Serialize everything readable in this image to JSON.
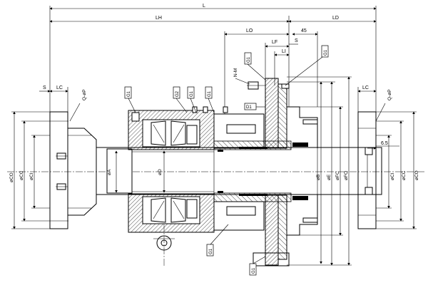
{
  "dimensions": {
    "L": "L",
    "LH": "LH",
    "LD": "LD",
    "LO": "LO",
    "n45": "45",
    "LF": "LF",
    "S_top": "S",
    "LI": "LI",
    "S_left": "S",
    "LC_left": "LC",
    "LC_right": "LC",
    "QP_left": "Q-øP",
    "QP_right": "Q-øP",
    "NM": "N-M",
    "D1": "D1",
    "n6_5": "6.5",
    "phiCO_left": "øCO",
    "phiCC_left": "øCC",
    "phiCI_left": "øCI",
    "phiA": "øA",
    "phiD": "øD",
    "phiB": "øB",
    "phiE": "øE",
    "phiFC": "øFC",
    "phiFO": "øFO",
    "phiCI_right": "øCI",
    "phiCC_right": "øCC",
    "phiCO_right": "øCO"
  },
  "callouts": {
    "G1": "G1",
    "G2": "G2"
  }
}
